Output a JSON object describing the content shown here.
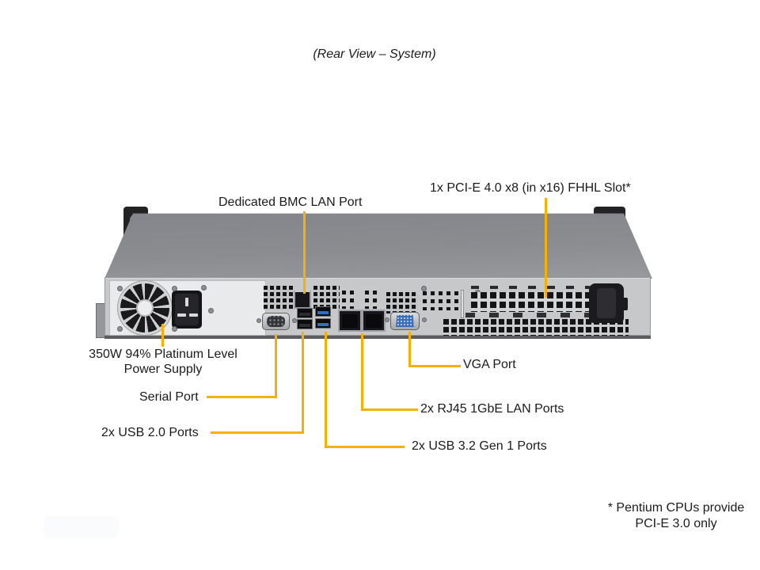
{
  "title": "(Rear View – System)",
  "colors": {
    "accent": "#F6B100",
    "usb3_blue": "#2F6FC0",
    "vga_blue": "#3A6DB8"
  },
  "callouts": {
    "bmc_lan": "Dedicated BMC LAN Port",
    "pcie_slot": "1x PCI-E 4.0 x8 (in x16) FHHL Slot*",
    "power_supply_line1": "350W 94% Platinum Level",
    "power_supply_line2": "Power Supply",
    "serial": "Serial Port",
    "usb2": "2x USB 2.0 Ports",
    "vga": "VGA Port",
    "lan": "2x RJ45 1GbE LAN Ports",
    "usb3": "2x USB 3.2 Gen 1 Ports"
  },
  "footnote": {
    "line1": "* Pentium CPUs provide",
    "line2": "PCI-E 3.0 only"
  }
}
